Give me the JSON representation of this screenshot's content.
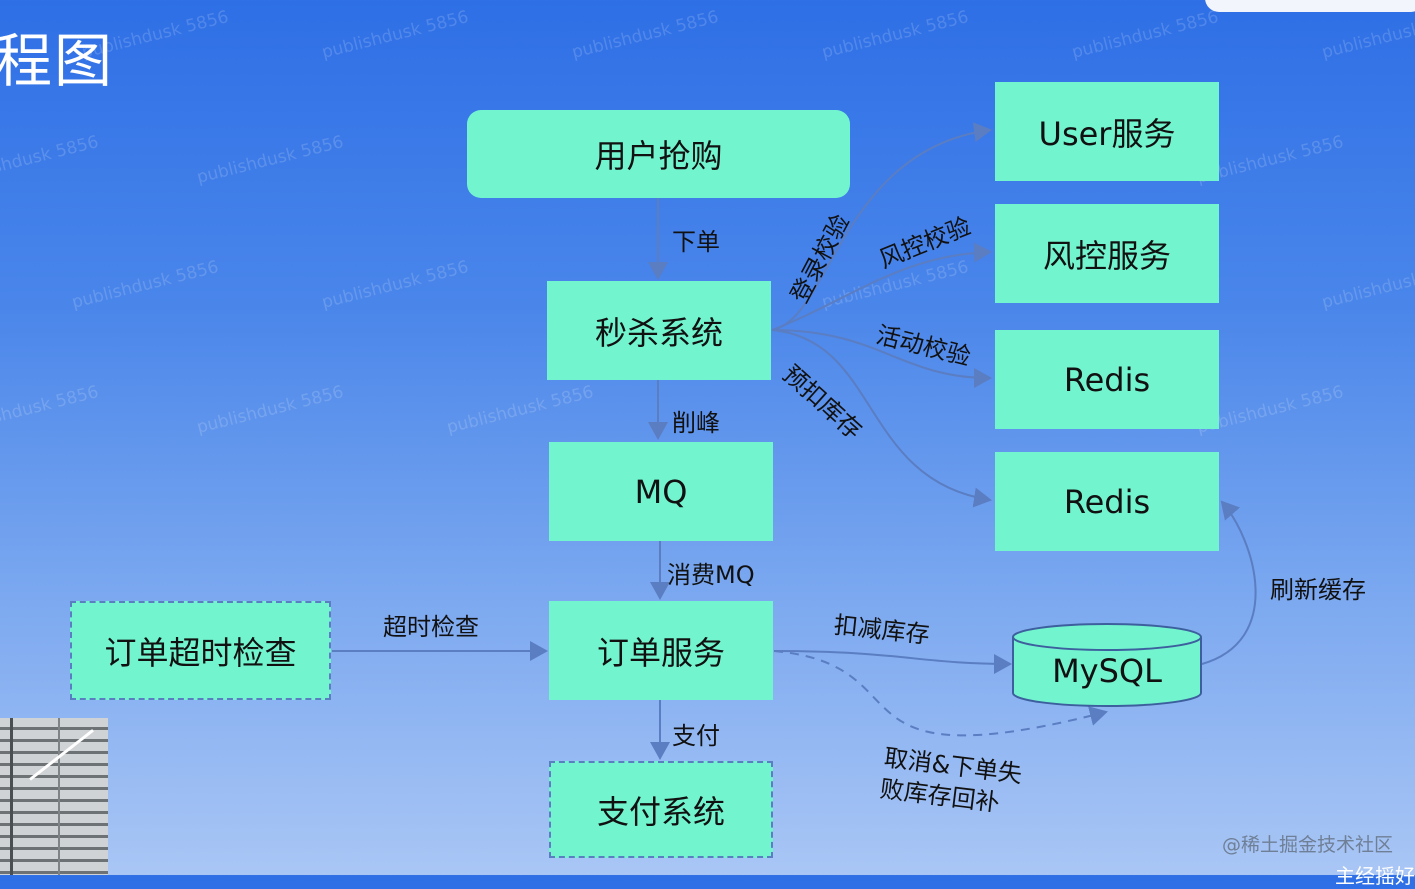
{
  "title": "程图",
  "watermark": "publishdusk 5856",
  "nodes": {
    "user_buy": "用户抢购",
    "seckill": "秒杀系统",
    "mq": "MQ",
    "order_service": "订单服务",
    "payment": "支付系统",
    "order_timeout": "订单超时检查",
    "user_service": "User服务",
    "risk_service": "风控服务",
    "redis_1": "Redis",
    "redis_2": "Redis",
    "mysql": "MySQL"
  },
  "edges": {
    "place_order": "下单",
    "peak_shaving": "削峰",
    "consume_mq": "消费MQ",
    "pay": "支付",
    "timeout_check": "超时检查",
    "login_check": "登录校验",
    "risk_check": "风控校验",
    "activity_check": "活动校验",
    "pre_deduct": "预扣库存",
    "deduct_stock": "扣减库存",
    "cancel_rollback_1": "取消&下单失",
    "cancel_rollback_2": "败库存回补",
    "refresh_cache": "刷新缓存"
  },
  "credits": {
    "source": "@稀土掘金技术社区",
    "bottom": "主经摇好"
  },
  "colors": {
    "node_fill": "#72f5cf",
    "arrow": "#5b7dc2",
    "bg_top": "#2e6fe6",
    "bg_bottom": "#a9c6f5"
  }
}
